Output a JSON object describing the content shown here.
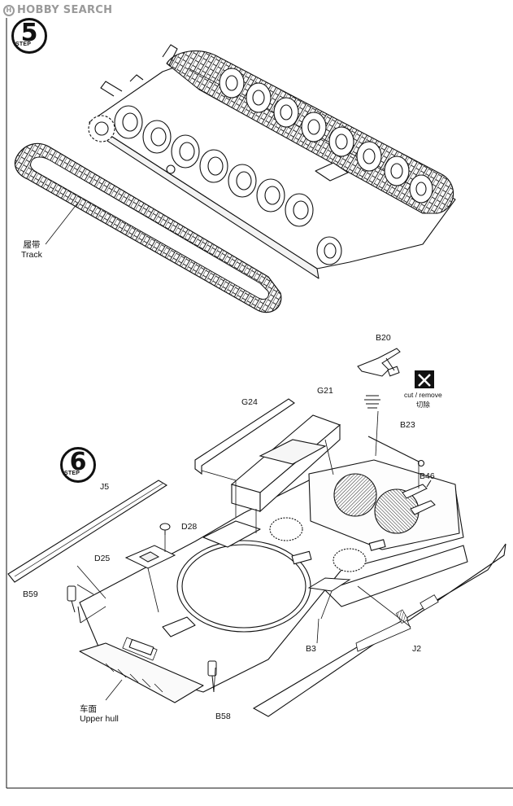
{
  "watermark": {
    "text": "HOBBY SEARCH",
    "logo_glyph": "H"
  },
  "steps": [
    {
      "number": "5",
      "label": "STEP"
    },
    {
      "number": "6",
      "label": "STEP"
    }
  ],
  "step5": {
    "track": {
      "cn": "履带",
      "en": "Track"
    }
  },
  "step6": {
    "parts": {
      "B20": "B20",
      "G21": "G21",
      "G24": "G24",
      "B23": "B23",
      "B46": "B46",
      "J5": "J5",
      "D28": "D28",
      "D25": "D25",
      "B59": "B59",
      "B3": "B3",
      "J2": "J2",
      "B58": "B58"
    },
    "cut_note": {
      "en": "cut / remove",
      "cn": "切除"
    },
    "upper_hull": {
      "cn": "车面",
      "en": "Upper hull"
    }
  },
  "colors": {
    "ink": "#111111",
    "watermark": "#9a9a9a",
    "paper": "#ffffff"
  },
  "icons": [
    "hobby-search-logo-icon",
    "cut-remove-icon"
  ]
}
